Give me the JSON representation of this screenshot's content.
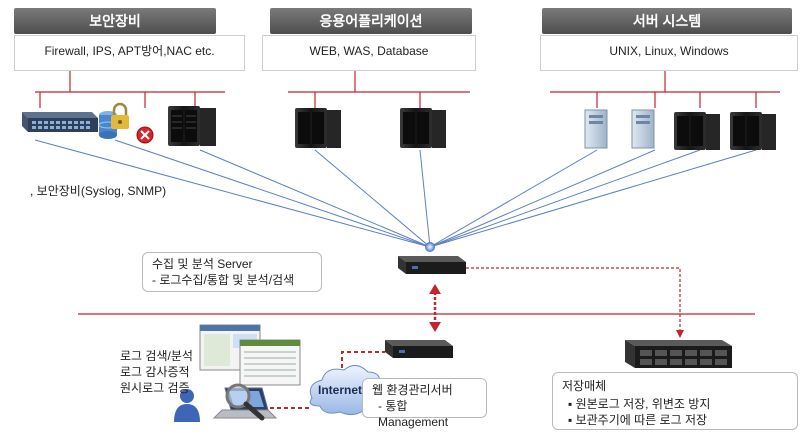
{
  "categories": [
    {
      "title": "보안장비",
      "items": "Firewall, IPS, APT방어,NAC etc."
    },
    {
      "title": "응용어플리케이션",
      "items": "WEB, WAS, Database"
    },
    {
      "title": "서버 시스템",
      "items": "UNIX, Linux, Windows"
    }
  ],
  "security_note": ", 보안장비(Syslog, SNMP)",
  "collector": {
    "title": "수집 및 분석 Server",
    "detail": "- 로그수집/통합 및 분석/검색"
  },
  "analysis_tasks": [
    "로그 검색/분석",
    "로그 감사증적",
    "원시로그 검증"
  ],
  "internet_label": "Internet",
  "web_manager": {
    "title": "웹 환경관리서버",
    "detail": "- 통합 Management"
  },
  "storage": {
    "title": "저장매체",
    "bullets": [
      "원본로그 저장, 위변조 방지",
      "보관주기에 따른 로그 저장"
    ]
  },
  "colors": {
    "header_bg": "#5b5b5b",
    "red_line": "#c0262c",
    "blue_line": "#5b7fc4",
    "server_dark": "#1b1b1b"
  }
}
